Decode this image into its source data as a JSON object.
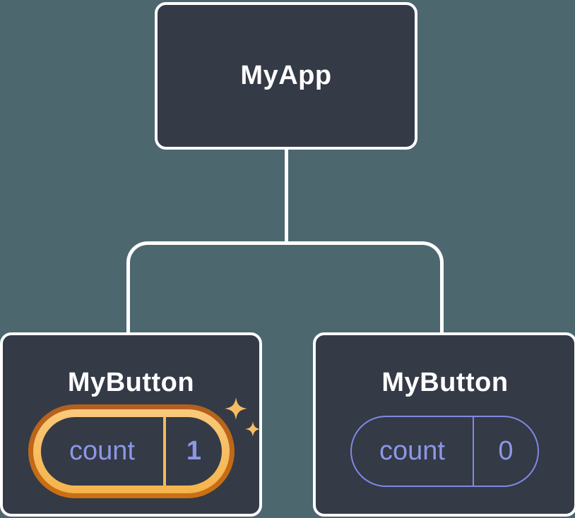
{
  "diagram": {
    "root_node": {
      "label": "MyApp"
    },
    "child_nodes": [
      {
        "label": "MyButton",
        "state_key": "count",
        "state_value": "1",
        "highlighted": true
      },
      {
        "label": "MyButton",
        "state_key": "count",
        "state_value": "0",
        "highlighted": false
      }
    ]
  },
  "icons": {
    "sparkles": "sparkles-icon"
  },
  "colors": {
    "background": "#4d676f",
    "node_fill": "#343a46",
    "node_border": "#ffffff",
    "connector": "#ffffff",
    "label_text": "#ffffff",
    "state_text": "#8c97e6",
    "state_outline": "#8089e3",
    "orange_ring_top": "#b2601e",
    "orange_ring_bottom": "#cb7013",
    "gold_band_top": "#f9c97b",
    "gold_band_bottom": "#f5b44c",
    "divider_gold": "#f6ba58",
    "sparkle": "#f5bd62"
  }
}
